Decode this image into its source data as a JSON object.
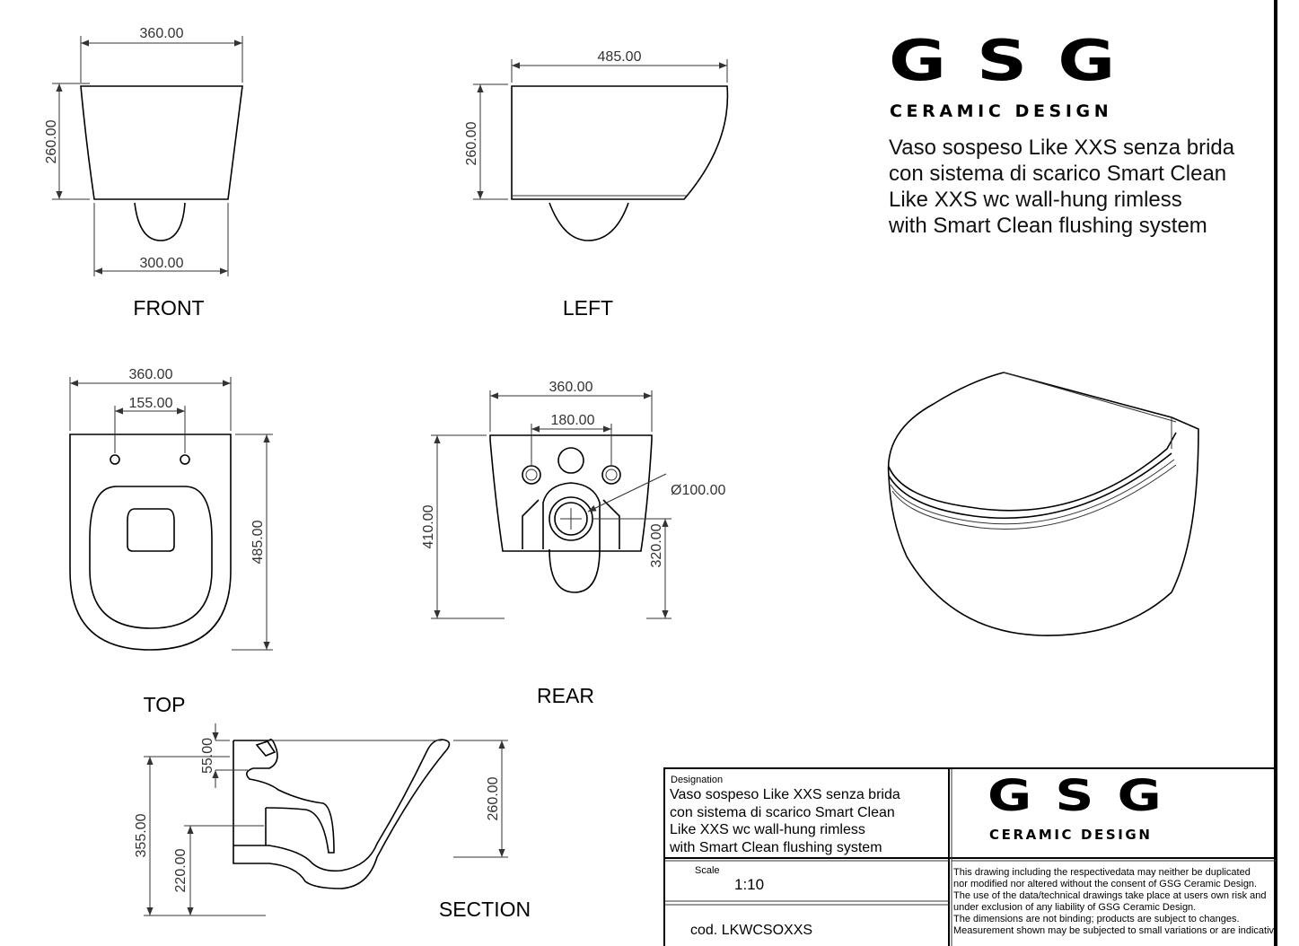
{
  "brand": {
    "logo_text": "GSG",
    "subtitle": "CERAMIC DESIGN"
  },
  "product_title": {
    "line1": "Vaso sospeso Like XXS senza brida",
    "line2": "con sistema di scarico Smart Clean",
    "line3": "Like XXS wc wall-hung rimless",
    "line4": "with Smart Clean flushing system"
  },
  "views": {
    "front": "FRONT",
    "left": "LEFT",
    "top": "TOP",
    "rear": "REAR",
    "section": "SECTION"
  },
  "dimensions": {
    "front_width": "360.00",
    "front_height": "260.00",
    "front_base": "300.00",
    "left_depth": "485.00",
    "left_height": "260.00",
    "top_width": "360.00",
    "top_holes": "155.00",
    "top_depth": "485.00",
    "rear_width": "360.00",
    "rear_holes": "180.00",
    "rear_outlet": "Ø100.00",
    "rear_height": "410.00",
    "rear_outlet_height": "320.00",
    "section_rim": "55.00",
    "section_height": "355.00",
    "section_outlet": "220.00",
    "section_bowl": "260.00"
  },
  "title_block": {
    "designation_label": "Designation",
    "designation_line1": "Vaso sospeso Like XXS senza brida",
    "designation_line2": "con sistema di scarico Smart Clean",
    "designation_line3": "Like XXS wc wall-hung rimless",
    "designation_line4": "with Smart Clean flushing system",
    "scale_label": "Scale",
    "scale_value": "1:10",
    "code": "cod. LKWCSOXXS",
    "disclaimer1": "This drawing including the respectivedata may neither be duplicated",
    "disclaimer2": " nor modified nor altered without the consent of GSG Ceramic Design.",
    "disclaimer3": "The use of the data/technical drawings take place at users own risk and",
    "disclaimer4": "under exclusion of any liability of GSG Ceramic Design.",
    "disclaimer5": "The dimensions are not binding; products are subject to changes.",
    "disclaimer6": "Measurement shown may be subjected to small variations or are indicative."
  }
}
